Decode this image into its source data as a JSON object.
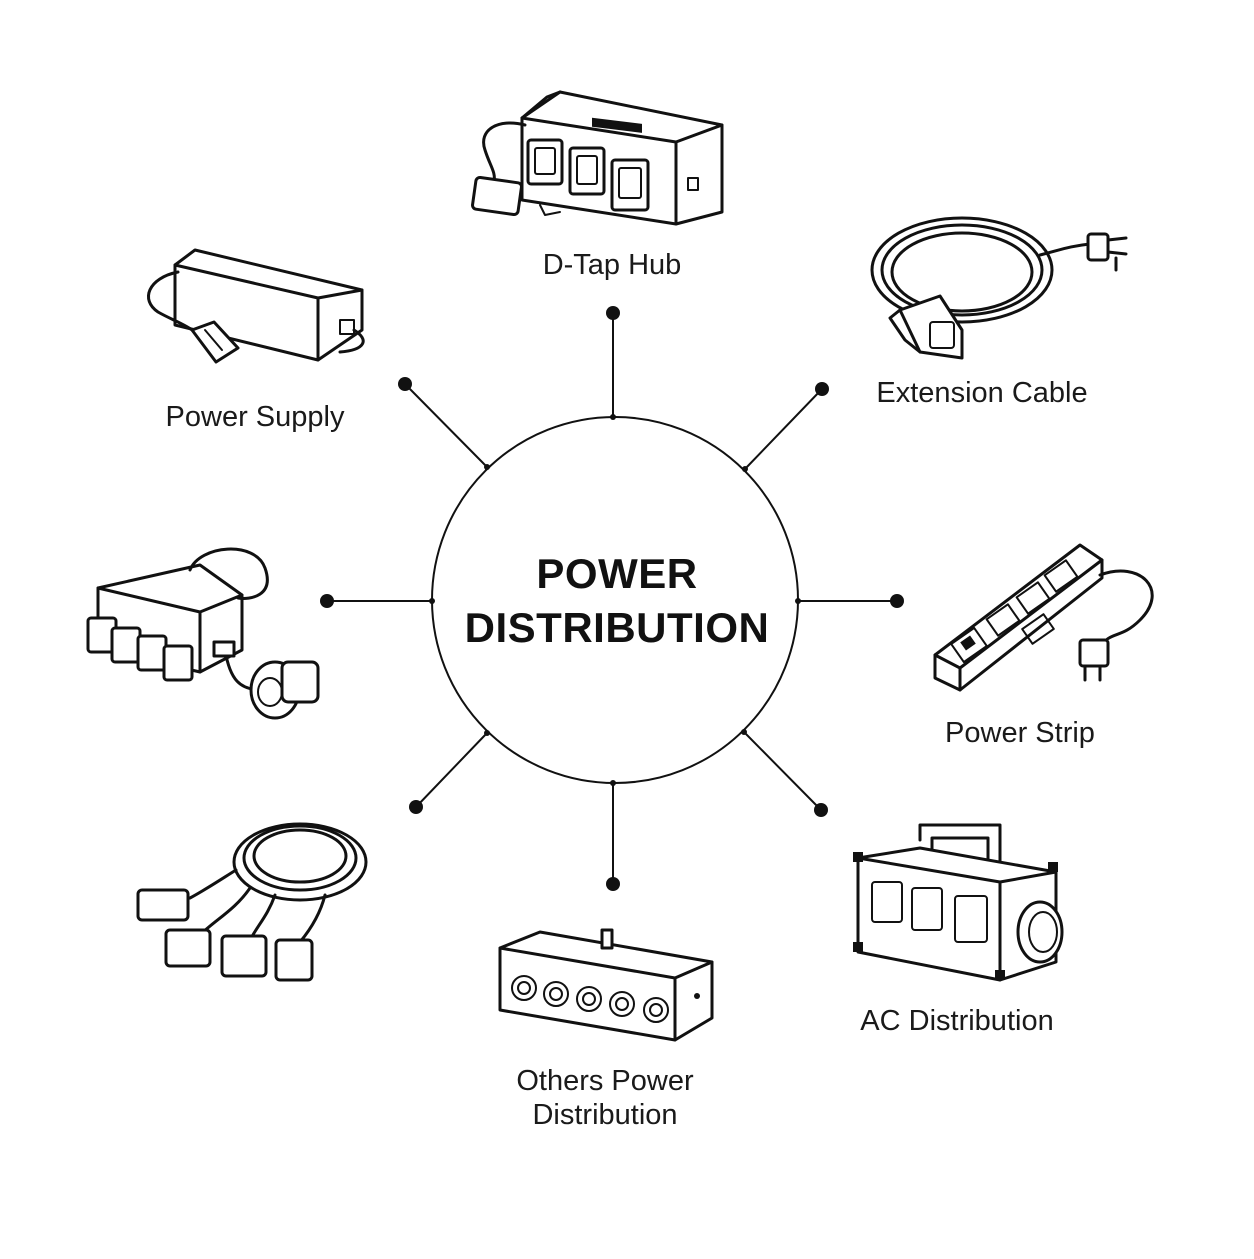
{
  "center": {
    "line1": "POWER",
    "line2": "DISTRIBUTION"
  },
  "items": [
    {
      "label": "D-Tap Hub",
      "icon": "d-tap-hub-icon"
    },
    {
      "label": "Extension Cable",
      "icon": "extension-cable-icon"
    },
    {
      "label": "Power Strip",
      "icon": "power-strip-icon"
    },
    {
      "label": "AC Distribution",
      "icon": "ac-distribution-box-icon"
    },
    {
      "label": "Others Power",
      "label2": "Distribution",
      "icon": "xlr-distribution-box-icon"
    },
    {
      "label": "",
      "icon": "splitter-cable-icon"
    },
    {
      "label": "",
      "icon": "multi-connector-box-icon"
    },
    {
      "label": "Power Supply",
      "icon": "power-supply-icon"
    }
  ]
}
